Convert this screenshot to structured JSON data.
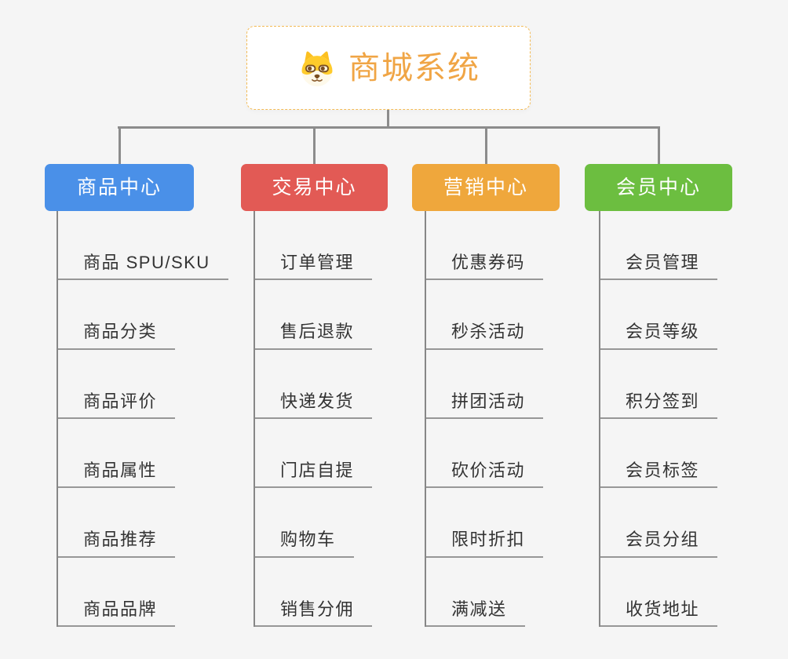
{
  "root": {
    "title": "商城系统",
    "icon": "shiba-dog-icon"
  },
  "branches": [
    {
      "label": "商品中心",
      "color": "#4A90E8",
      "children": [
        "商品 SPU/SKU",
        "商品分类",
        "商品评价",
        "商品属性",
        "商品推荐",
        "商品品牌"
      ]
    },
    {
      "label": "交易中心",
      "color": "#E25A55",
      "children": [
        "订单管理",
        "售后退款",
        "快递发货",
        "门店自提",
        "购物车",
        "销售分佣"
      ]
    },
    {
      "label": "营销中心",
      "color": "#EFA73C",
      "children": [
        "优惠券码",
        "秒杀活动",
        "拼团活动",
        "砍价活动",
        "限时折扣",
        "满减送"
      ]
    },
    {
      "label": "会员中心",
      "color": "#6CBE40",
      "children": [
        "会员管理",
        "会员等级",
        "积分签到",
        "会员标签",
        "会员分组",
        "收货地址"
      ]
    }
  ],
  "theme": {
    "background": "#F5F5F5",
    "connector_color": "#8C8C8C",
    "leaf_line_color": "#979797",
    "leaf_text_color": "#333333",
    "root_text_color": "#F0A545",
    "root_border_color": "#F3BB56"
  }
}
